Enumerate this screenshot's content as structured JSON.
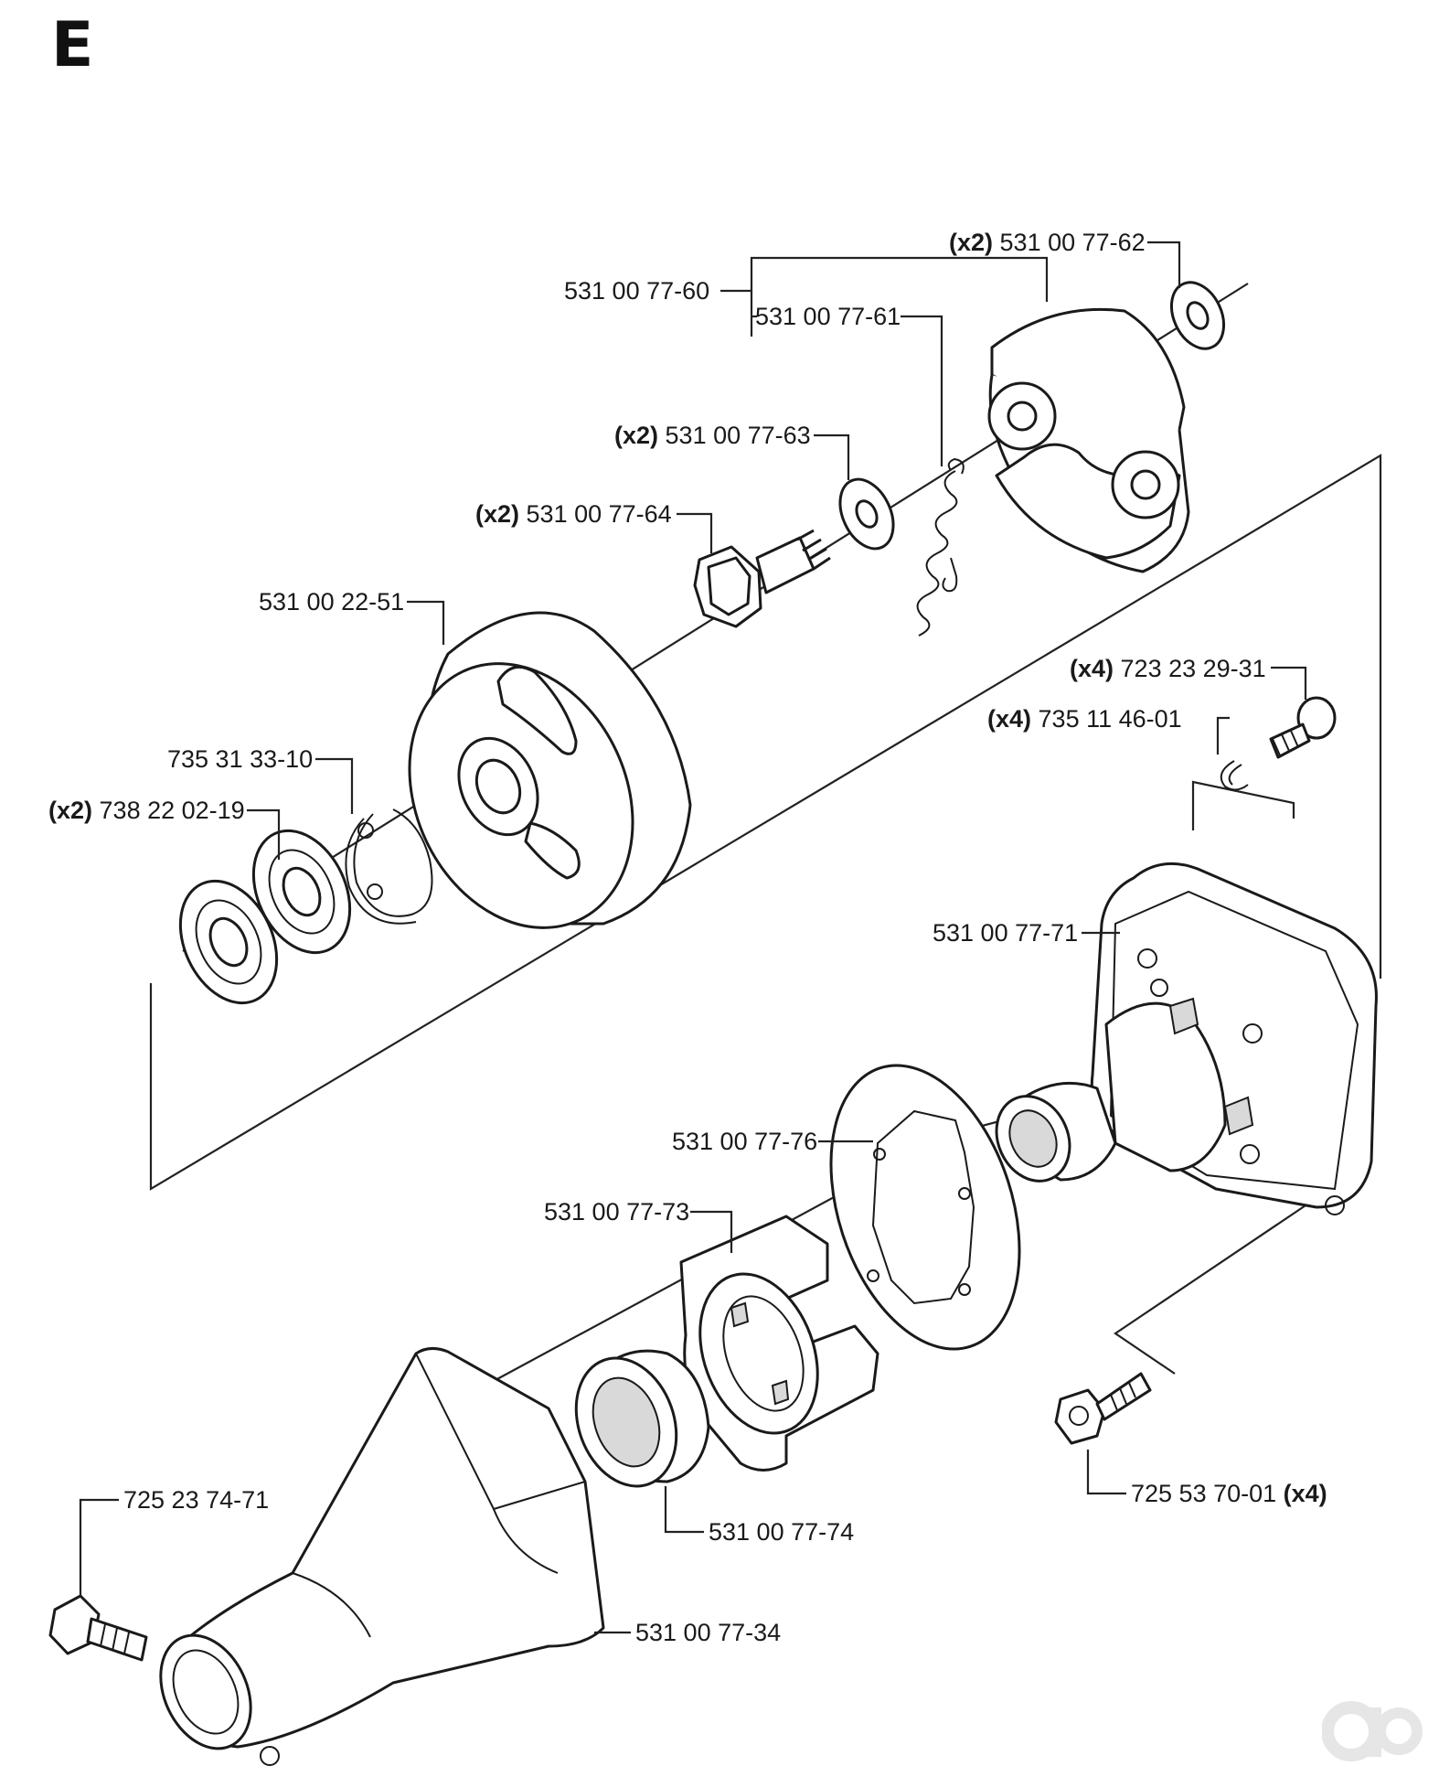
{
  "section_letter": "E",
  "parts": [
    {
      "qty": "(x2)",
      "number": "531 00 77-62"
    },
    {
      "qty": "",
      "number": "531 00 77-60"
    },
    {
      "qty": "",
      "number": "531 00 77-61"
    },
    {
      "qty": "(x2)",
      "number": "531 00 77-63"
    },
    {
      "qty": "(x2)",
      "number": "531 00 77-64"
    },
    {
      "qty": "",
      "number": "531 00 22-51"
    },
    {
      "qty": "(x4)",
      "number": "723 23 29-31"
    },
    {
      "qty": "(x4)",
      "number": "735 11 46-01"
    },
    {
      "qty": "",
      "number": "735 31 33-10"
    },
    {
      "qty": "(x2)",
      "number": "738 22 02-19"
    },
    {
      "qty": "",
      "number": "531 00 77-71"
    },
    {
      "qty": "",
      "number": "531 00 77-76"
    },
    {
      "qty": "",
      "number": "531 00 77-73"
    },
    {
      "qty": "",
      "number": "725 53 70-01",
      "qty_after": "(x4)"
    },
    {
      "qty": "",
      "number": "725 23 74-71"
    },
    {
      "qty": "",
      "number": "531 00 77-74"
    },
    {
      "qty": "",
      "number": "531 00 77-34"
    }
  ],
  "colors": {
    "line": "#1a1a1a",
    "background": "#ffffff",
    "watermark": "#e6e6e6"
  },
  "icons": {
    "watermark": "ao-logo-icon"
  }
}
